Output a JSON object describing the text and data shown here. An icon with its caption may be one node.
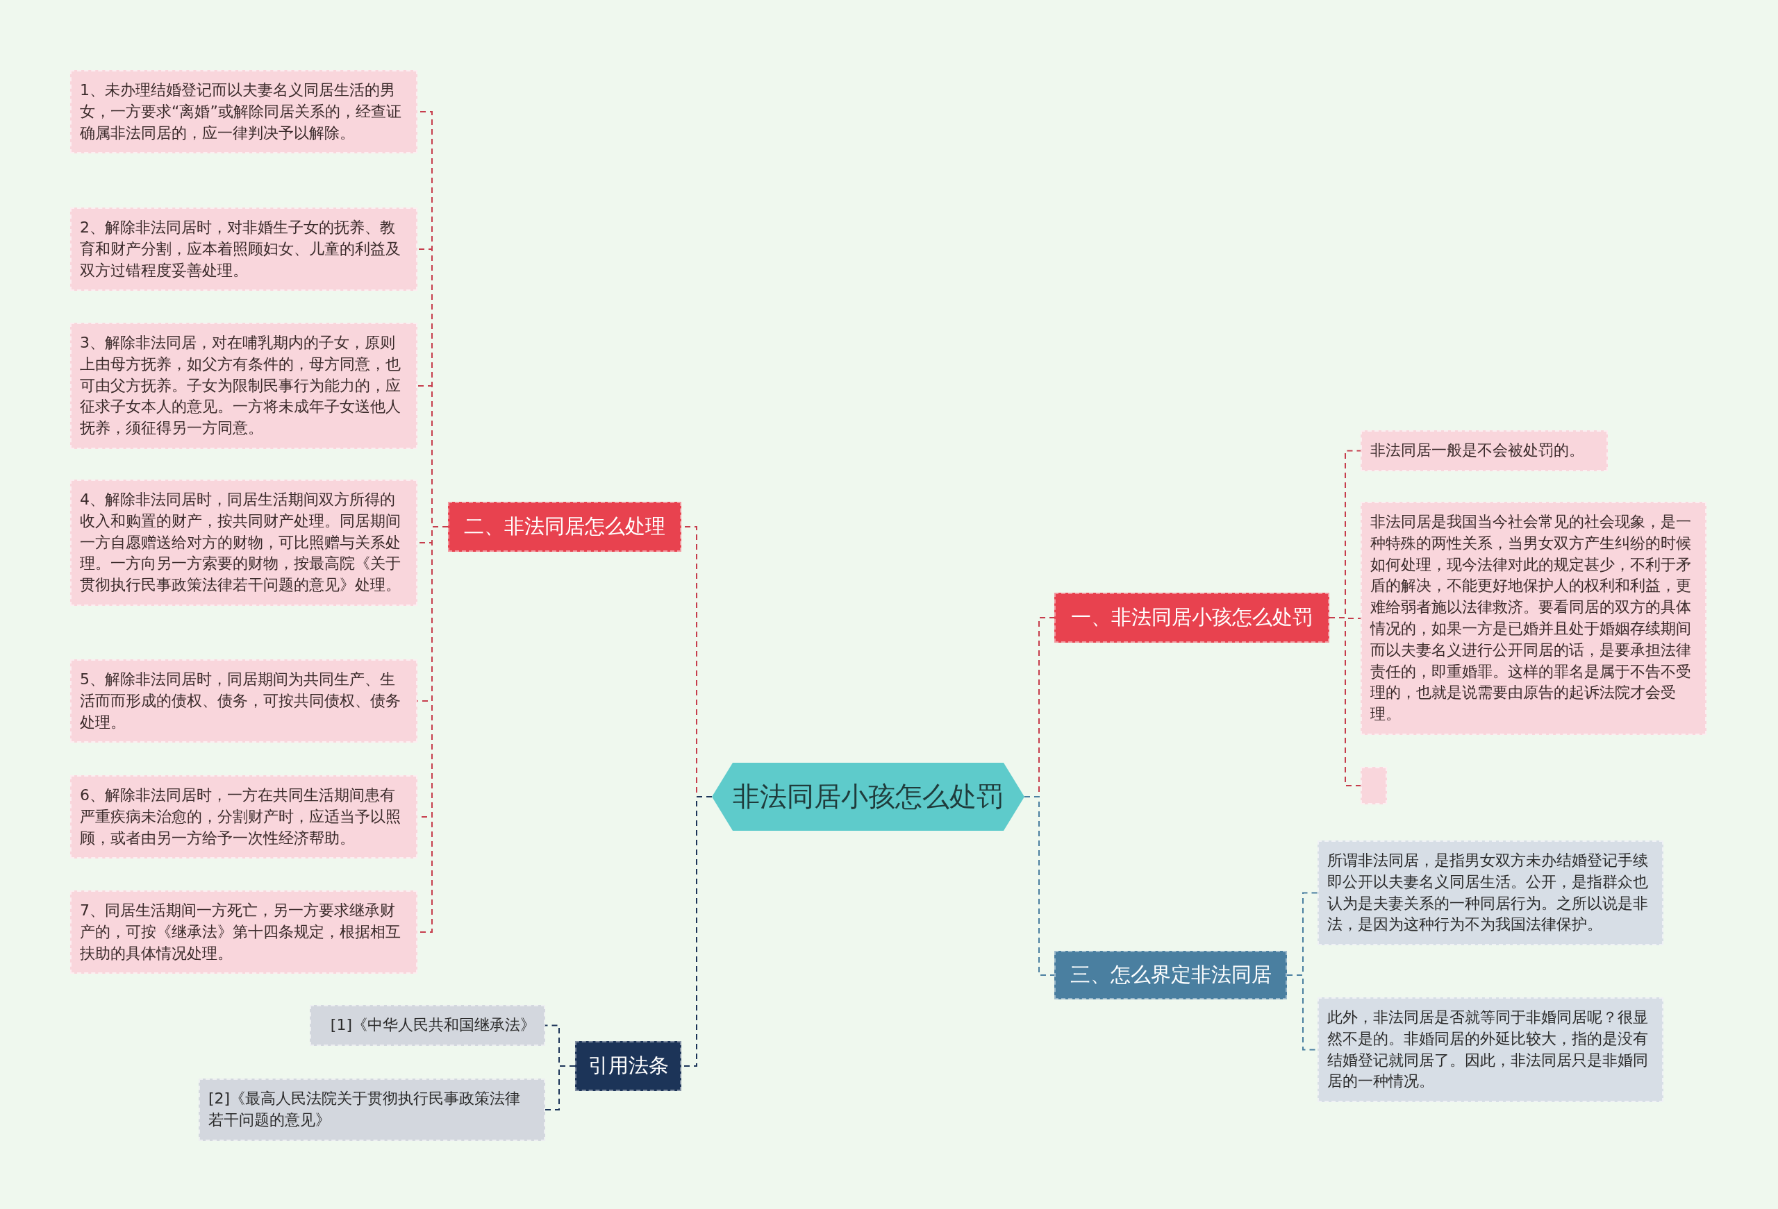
{
  "diagram": {
    "nodes": [
      {
        "text": [
          "非法同居小孩怎么处罚"
        ]
      },
      {
        "text": [
          "二、非法同居怎么处理"
        ]
      },
      {
        "text": [
          "1、未办理结婚登记而以夫妻名义同居生活的男女，一方要求“离婚”或解除同居关系的，经查证确属非法同居的，应一律判决予以解除。"
        ]
      },
      {
        "text": [
          "2、解除非法同居时，对非婚生子女的抚养、教育和财产分割，应本着照顾妇女、儿童的利益及双方过错程度妥善处理。"
        ]
      },
      {
        "text": [
          "3、解除非法同居，对在哺乳期内的子女，原则上由母方抚养，如父方有条件的，母方同意，也可由父方抚养。子女为限制民事行为能力的，应征求子女本人的意见。一方将未成年子女送他人抚养，须征得另一方同意。"
        ]
      },
      {
        "text": [
          "4、解除非法同居时，同居生活期间双方所得的收入和购置的财产，按共同财产处理。同居期间一方自愿赠送给对方的财物，可比照赠与关系处理。一方向另一方索要的财物，按最高院《关于贯彻执行民事政策法律若干问题的意见》处理。"
        ]
      },
      {
        "text": [
          "5、解除非法同居时，同居期间为共同生产、生活而而形成的债权、债务，可按共同债权、债务处理。"
        ]
      },
      {
        "text": [
          "6、解除非法同居时，一方在共同生活期间患有严重疾病未治愈的，分割财产时，应适当予以照顾，或者由另一方给予一次性经济帮助。"
        ]
      },
      {
        "text": [
          "7、同居生活期间一方死亡，另一方要求继承财产的，可按《继承法》第十四条规定，根据相互扶助的具体情况处理。"
        ]
      },
      {
        "text": [
          "一、非法同居小孩怎么处罚"
        ]
      },
      {
        "text": [
          "非法同居一般是不会被处罚的。"
        ]
      },
      {
        "text": [
          "非法同居是我国当今社会常见的社会现象，是一种特殊的两性关系，当男女双方产生纠纷的时候如何处理，现今法律对此的规定甚少，不利于矛盾的解决，不能更好地保护人的权利和利益，更难给弱者施以法律救济。要看同居的双方的具体情况的，如果一方是已婚并且处于婚姻存续期间而以夫妻名义进行公开同居的话，是要承担法律责任的，即重婚罪。这样的罪名是属于不告不受理的，也就是说需要由原告的起诉法院才会受理。"
        ]
      },
      {
        "text": [],
        "shape": "box"
      },
      {
        "text": [
          "三、怎么界定非法同居"
        ]
      },
      {
        "text": [
          "所谓非法同居，是指男女双方未办结婚登记手续即公开以夫妻名义同居生活。公开，是指群众也认为是夫妻关系的一种同居行为。之所以说是非法，是因为这种行为不为我国法律保护。"
        ]
      },
      {
        "text": [
          "此外，非法同居是否就等同于非婚同居呢？很显然不是的。非婚同居的外延比较大，指的是没有结婚登记就同居了。因此，非法同居只是非婚同居的一种情况。"
        ]
      },
      {
        "text": [
          "引用法条"
        ]
      },
      {
        "text": [
          "[1]《中华人民共和国继承法》"
        ]
      },
      {
        "text": [
          "[2]《最高人民法院关于贯彻执行民事政策法律若干问题的意见》"
        ]
      }
    ],
    "edges": [
      {
        "from": 0,
        "to": 1,
        "arrow": "none",
        "style": "dashed"
      },
      {
        "from": 1,
        "to": 2,
        "arrow": "none",
        "style": "dashed"
      },
      {
        "from": 1,
        "to": 3,
        "arrow": "none",
        "style": "dashed"
      },
      {
        "from": 1,
        "to": 4,
        "arrow": "none",
        "style": "dashed"
      },
      {
        "from": 1,
        "to": 5,
        "arrow": "none",
        "style": "dashed"
      },
      {
        "from": 1,
        "to": 6,
        "arrow": "none",
        "style": "dashed"
      },
      {
        "from": 1,
        "to": 7,
        "arrow": "none",
        "style": "dashed"
      },
      {
        "from": 1,
        "to": 8,
        "arrow": "none",
        "style": "dashed"
      },
      {
        "from": 0,
        "to": 9,
        "arrow": "none",
        "style": "dashed"
      },
      {
        "from": 9,
        "to": 10,
        "arrow": "none",
        "style": "dashed"
      },
      {
        "from": 9,
        "to": 11,
        "arrow": "none",
        "style": "dashed"
      },
      {
        "from": 9,
        "to": 12,
        "arrow": "none",
        "style": "dashed"
      },
      {
        "from": 0,
        "to": 13,
        "arrow": "none",
        "style": "dashed",
        "color": "#4a7fa0"
      },
      {
        "from": 13,
        "to": 14,
        "arrow": "none",
        "style": "dashed",
        "color": "#4a7fa0"
      },
      {
        "from": 13,
        "to": 15,
        "arrow": "none",
        "style": "dashed",
        "color": "#4a7fa0"
      },
      {
        "from": 0,
        "to": 16,
        "arrow": "none",
        "style": "dashed",
        "color": "#1c3458"
      },
      {
        "from": 16,
        "to": 17,
        "arrow": "none",
        "style": "dashed",
        "color": "#1c3458"
      },
      {
        "from": 16,
        "to": 18,
        "arrow": "none",
        "style": "dashed",
        "color": "#1c3458"
      }
    ]
  }
}
